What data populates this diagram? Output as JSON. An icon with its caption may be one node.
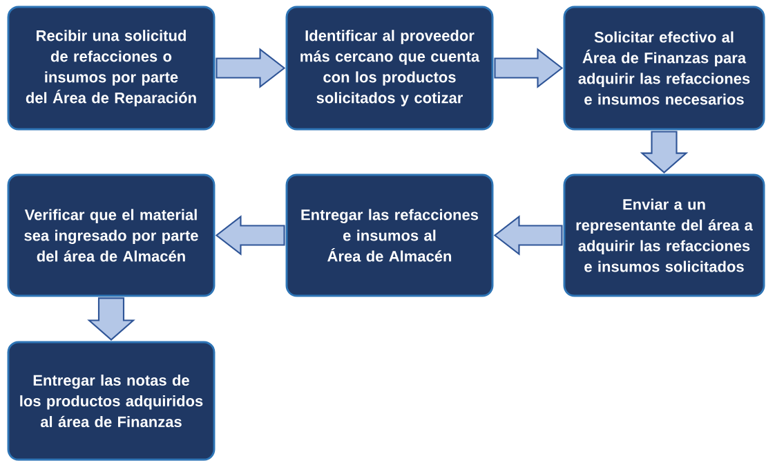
{
  "diagram": {
    "nodes": [
      {
        "text": [
          "Recibir una solicitud de refacciones o insumos por parte del Área de Reparación"
        ]
      },
      {
        "text": [
          "Identificar al proveedor más cercano que cuenta con los productos solicitados y cotizar"
        ]
      },
      {
        "text": [
          "Solicitar efectivo al Área de Finanzas para adquirir las refacciones e insumos necesarios"
        ]
      },
      {
        "text": [
          "Enviar a un representante del área a adquirir las refacciones e insumos solicitados"
        ]
      },
      {
        "text": [
          "Entregar las refacciones e insumos al Área de Almacén"
        ]
      },
      {
        "text": [
          "Verificar que el material sea ingresado por parte del área de Almacén"
        ]
      },
      {
        "text": [
          "Entregar las notas de los productos adquiridos al área de Finanzas"
        ]
      }
    ],
    "edges": [
      {
        "from": 0,
        "to": 1,
        "arrow": "to"
      },
      {
        "from": 1,
        "to": 2,
        "arrow": "to"
      },
      {
        "from": 2,
        "to": 3,
        "arrow": "to"
      },
      {
        "from": 3,
        "to": 4,
        "arrow": "to"
      },
      {
        "from": 4,
        "to": 5,
        "arrow": "to"
      },
      {
        "from": 5,
        "to": 6,
        "arrow": "to"
      }
    ]
  }
}
